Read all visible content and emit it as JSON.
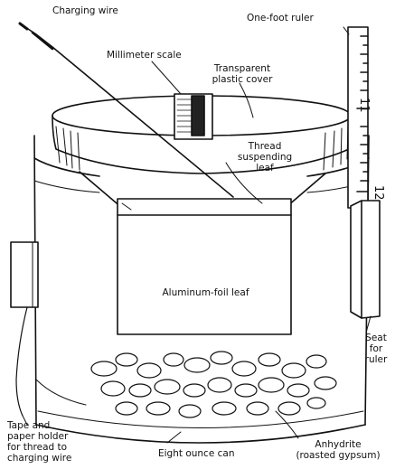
{
  "labels": {
    "charging_wire": "Charging wire",
    "millimeter_scale": "Millimeter scale",
    "one_foot_ruler": "One-foot ruler",
    "transparent_cover_line1": "Transparent",
    "transparent_cover_line2": "plastic cover",
    "thread_line1": "Thread",
    "thread_line2": "suspending",
    "thread_line3": "leaf",
    "aluminum_leaf": "Aluminum-foil leaf",
    "seat_line1": "Seat",
    "seat_line2": "for",
    "seat_line3": "ruler",
    "tape_line1": "Tape and",
    "tape_line2": "paper holder",
    "tape_line3": "for thread to",
    "tape_line4": "charging wire",
    "can": "Eight ounce can",
    "anhydrite_line1": "Anhydrite",
    "anhydrite_line2": "(roasted gypsum)"
  },
  "ruler_numbers": [
    "11",
    "12"
  ]
}
